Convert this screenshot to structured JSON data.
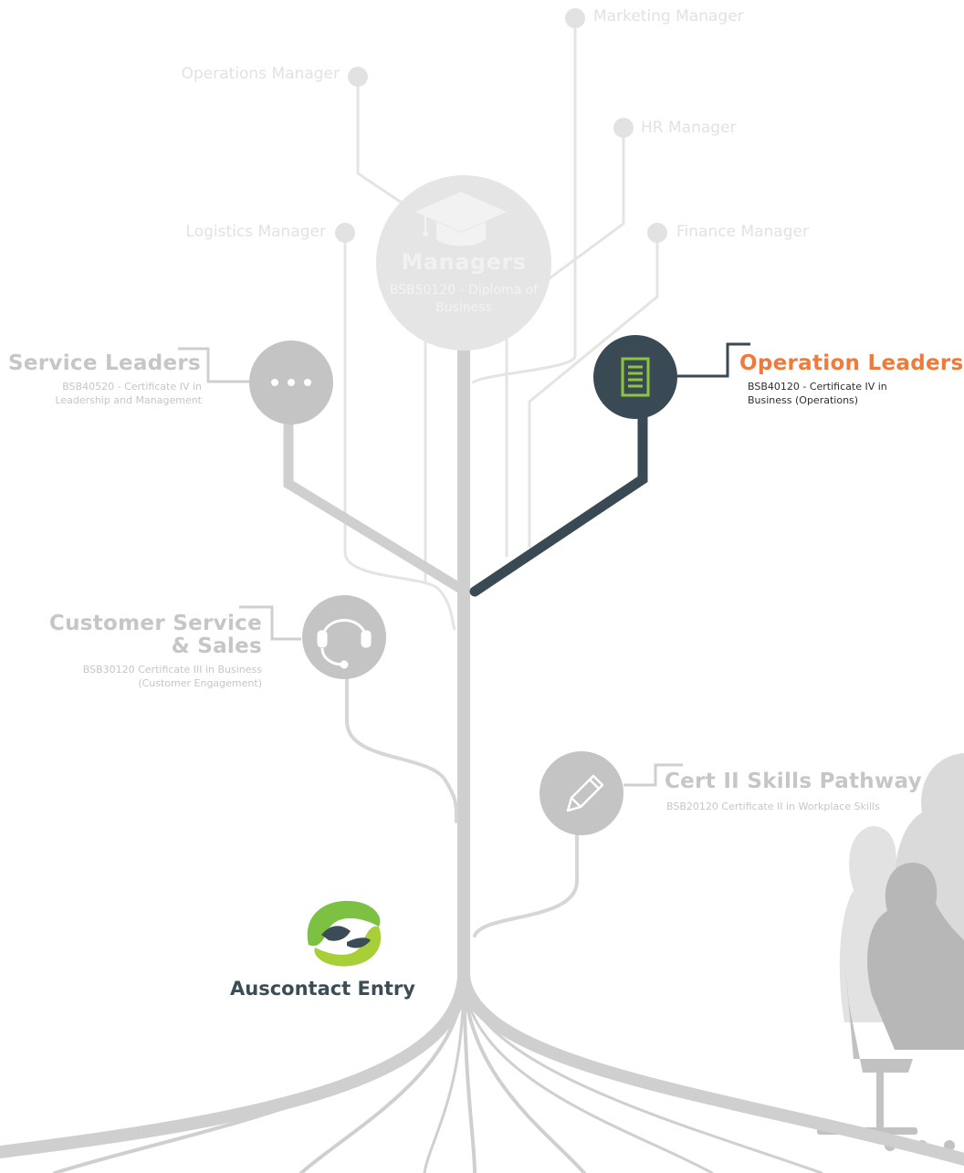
{
  "career_tree": {
    "managers": {
      "title": "Managers",
      "subtitle": "BSB50120 - Diploma of Business",
      "icon": "graduation-cap-icon",
      "roles": [
        "Marketing Manager",
        "Operations Manager",
        "HR Manager",
        "Logistics Manager",
        "Finance Manager"
      ]
    },
    "service_leaders": {
      "title": "Service Leaders",
      "subtitle": "BSB40520 - Certificate IV in Leadership and Management",
      "icon": "more-dots-icon"
    },
    "operation_leaders": {
      "title": "Operation Leaders",
      "subtitle": "BSB40120 - Certificate IV in Business (Operations)",
      "icon": "document-icon",
      "highlighted": true
    },
    "customer_service": {
      "title_line1": "Customer Service",
      "title_line2": "& Sales",
      "subtitle": "BSB30120 Certificate III in Business (Customer Engagement)",
      "icon": "headset-icon"
    },
    "cert_ii": {
      "title": "Cert II Skills Pathway",
      "subtitle": "BSB20120 Certificate II in Workplace Skills",
      "icon": "pencil-icon"
    },
    "entry": {
      "label": "Auscontact Entry",
      "icon": "auscontact-logo"
    }
  },
  "colors": {
    "branch_grey": "#cfcfcf",
    "node_grey": "#c4c4c4",
    "highlight_dark": "#3a4a55",
    "highlight_green": "#8cc63f",
    "highlight_text": "#f07a3a"
  }
}
